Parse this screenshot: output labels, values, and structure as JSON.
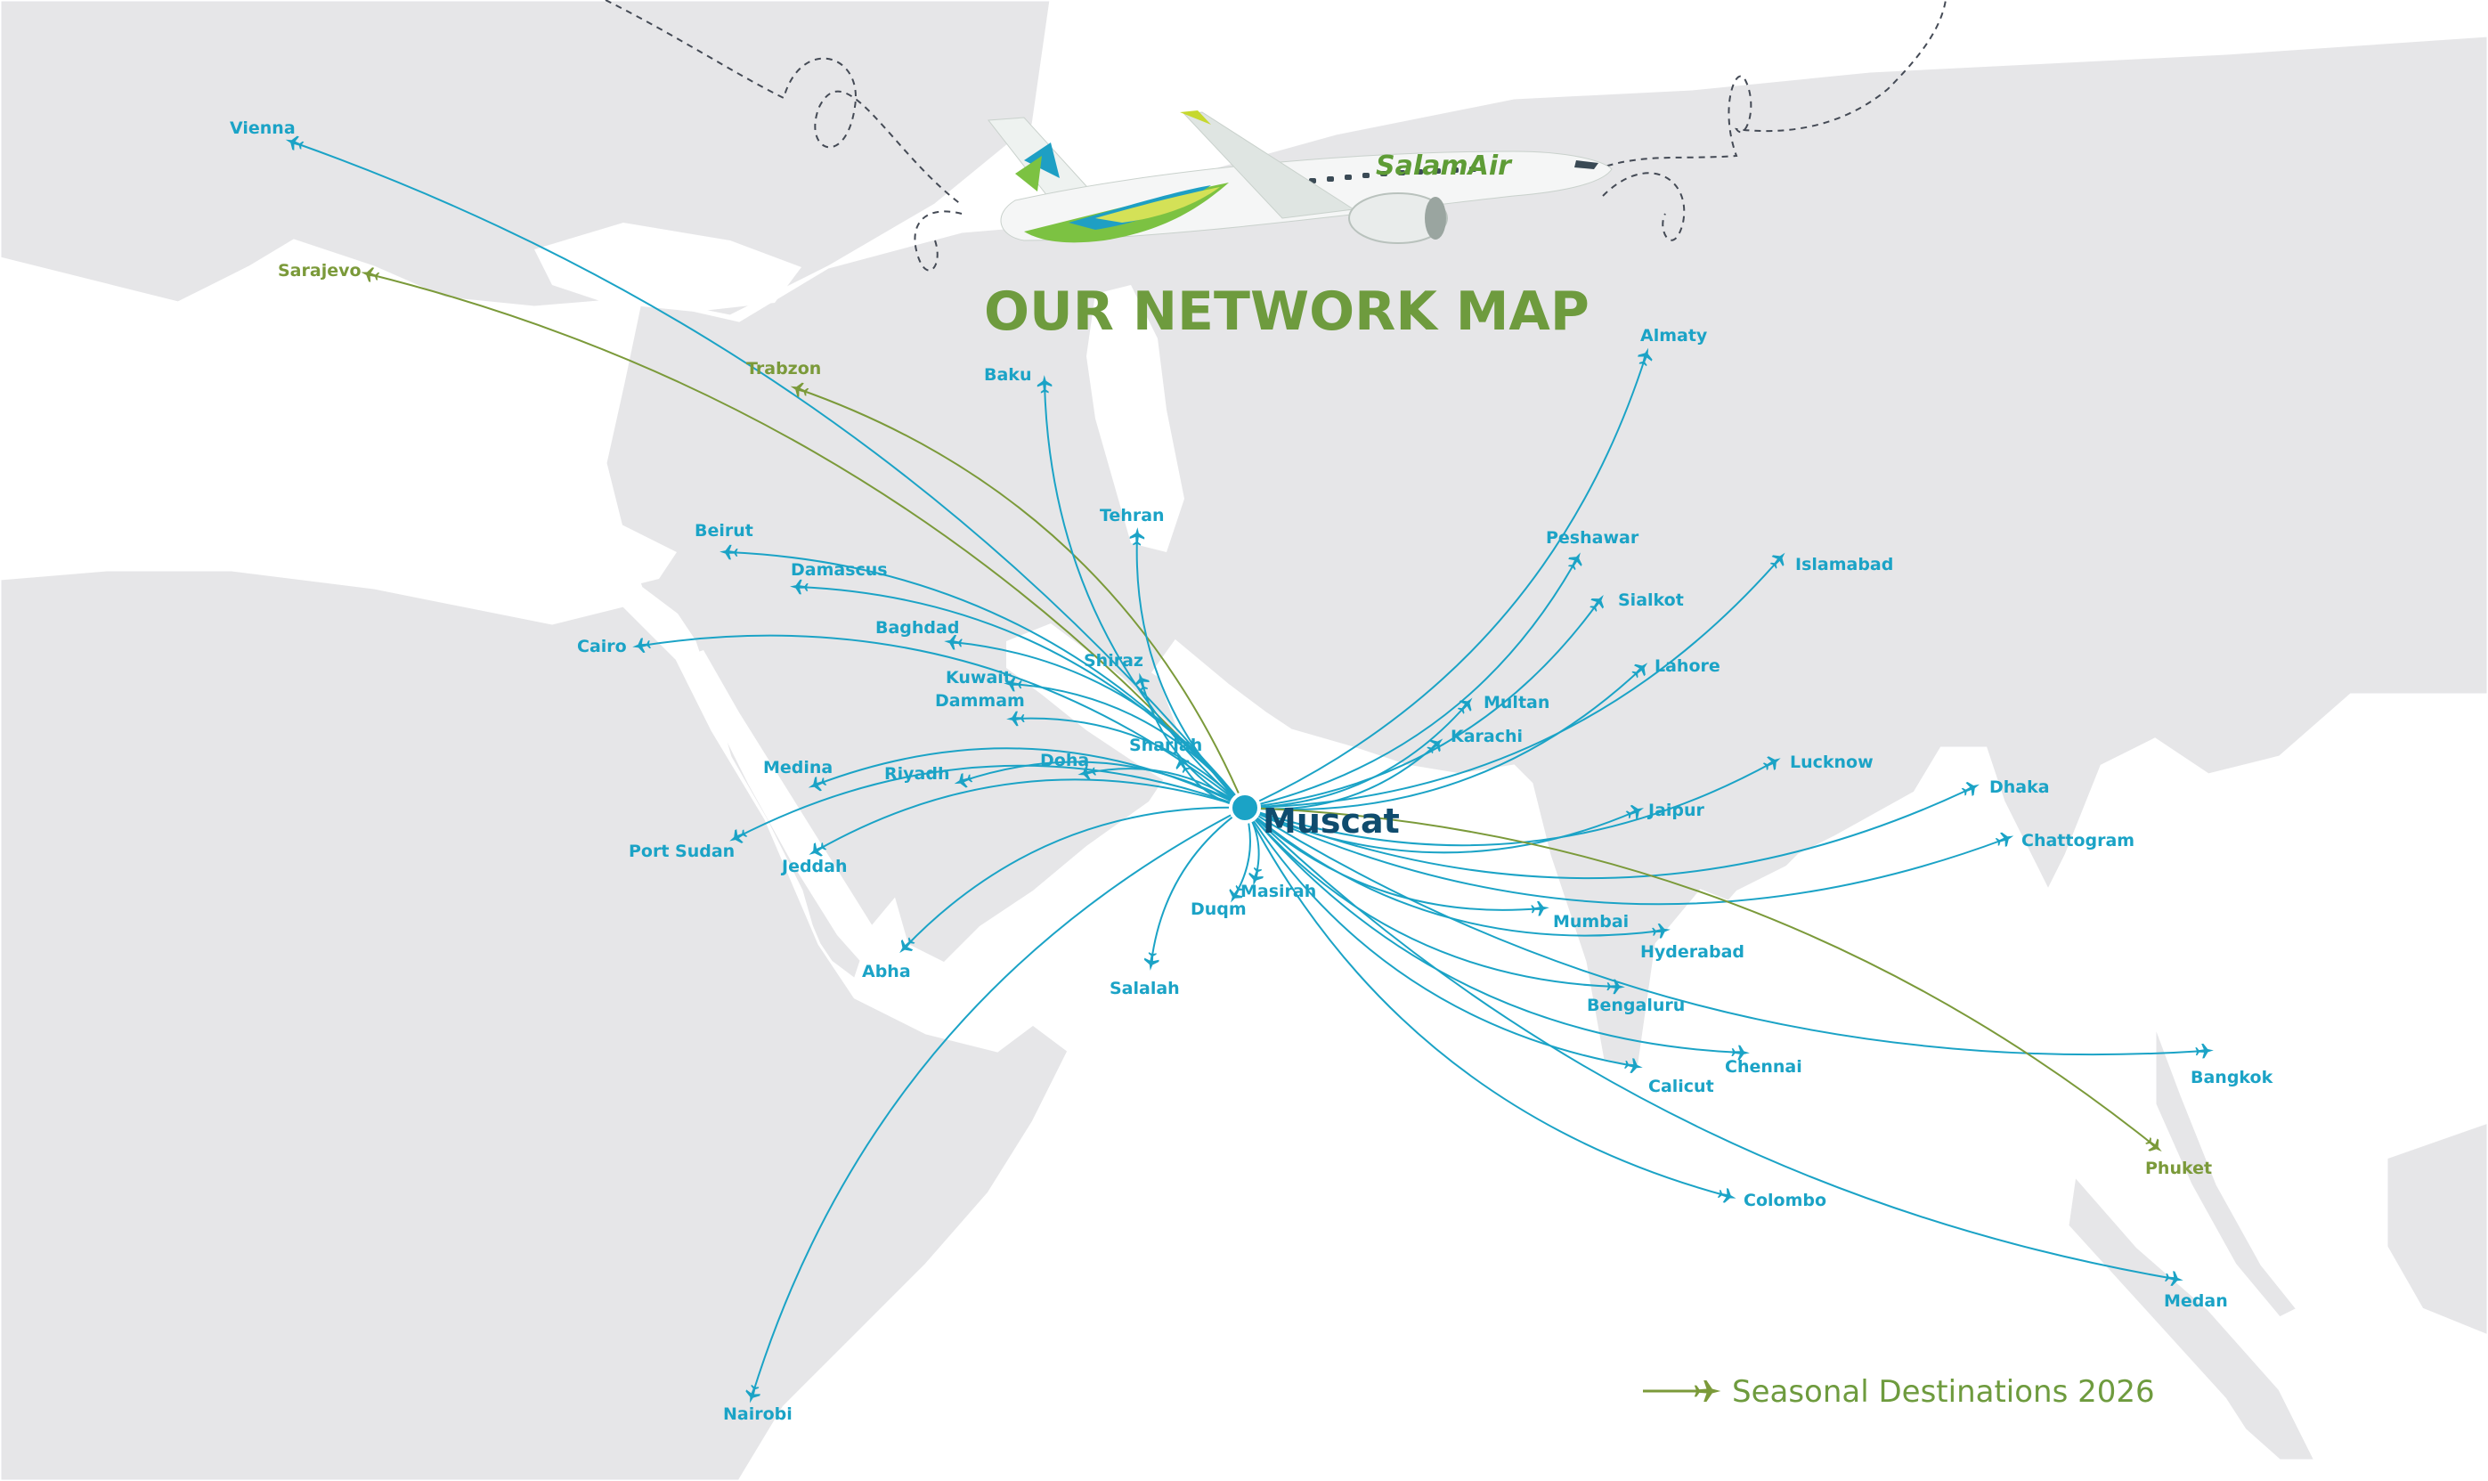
{
  "title": "OUR NETWORK MAP",
  "brand": "SalamAir",
  "hub": {
    "name": "Muscat"
  },
  "legend": {
    "label": "Seasonal Destinations 2026"
  },
  "colors": {
    "route": "#1ba3c6",
    "seasonal": "#7b9a3a",
    "title": "#6e9b3e",
    "hub_text": "#0f4c6e",
    "land": "#e6e6e8",
    "sea": "#ffffff"
  },
  "destinations": [
    {
      "name": "Vienna",
      "seasonal": false
    },
    {
      "name": "Sarajevo",
      "seasonal": true
    },
    {
      "name": "Trabzon",
      "seasonal": true
    },
    {
      "name": "Baku",
      "seasonal": false
    },
    {
      "name": "Almaty",
      "seasonal": false
    },
    {
      "name": "Tehran",
      "seasonal": false
    },
    {
      "name": "Beirut",
      "seasonal": false
    },
    {
      "name": "Damascus",
      "seasonal": false
    },
    {
      "name": "Peshawar",
      "seasonal": false
    },
    {
      "name": "Islamabad",
      "seasonal": false
    },
    {
      "name": "Sialkot",
      "seasonal": false
    },
    {
      "name": "Baghdad",
      "seasonal": false
    },
    {
      "name": "Cairo",
      "seasonal": false
    },
    {
      "name": "Shiraz",
      "seasonal": false
    },
    {
      "name": "Lahore",
      "seasonal": false
    },
    {
      "name": "Kuwait",
      "seasonal": false
    },
    {
      "name": "Dammam",
      "seasonal": false
    },
    {
      "name": "Multan",
      "seasonal": false
    },
    {
      "name": "Karachi",
      "seasonal": false
    },
    {
      "name": "Sharjah",
      "seasonal": false
    },
    {
      "name": "Doha",
      "seasonal": false
    },
    {
      "name": "Lucknow",
      "seasonal": false
    },
    {
      "name": "Medina",
      "seasonal": false
    },
    {
      "name": "Riyadh",
      "seasonal": false
    },
    {
      "name": "Dhaka",
      "seasonal": false
    },
    {
      "name": "Jaipur",
      "seasonal": false
    },
    {
      "name": "Chattogram",
      "seasonal": false
    },
    {
      "name": "Port Sudan",
      "seasonal": false
    },
    {
      "name": "Jeddah",
      "seasonal": false
    },
    {
      "name": "Masirah",
      "seasonal": false
    },
    {
      "name": "Duqm",
      "seasonal": false
    },
    {
      "name": "Mumbai",
      "seasonal": false
    },
    {
      "name": "Hyderabad",
      "seasonal": false
    },
    {
      "name": "Abha",
      "seasonal": false
    },
    {
      "name": "Salalah",
      "seasonal": false
    },
    {
      "name": "Bengaluru",
      "seasonal": false
    },
    {
      "name": "Bangkok",
      "seasonal": false
    },
    {
      "name": "Calicut",
      "seasonal": false
    },
    {
      "name": "Chennai",
      "seasonal": false
    },
    {
      "name": "Phuket",
      "seasonal": true
    },
    {
      "name": "Colombo",
      "seasonal": false
    },
    {
      "name": "Medan",
      "seasonal": false
    },
    {
      "name": "Nairobi",
      "seasonal": false
    }
  ]
}
